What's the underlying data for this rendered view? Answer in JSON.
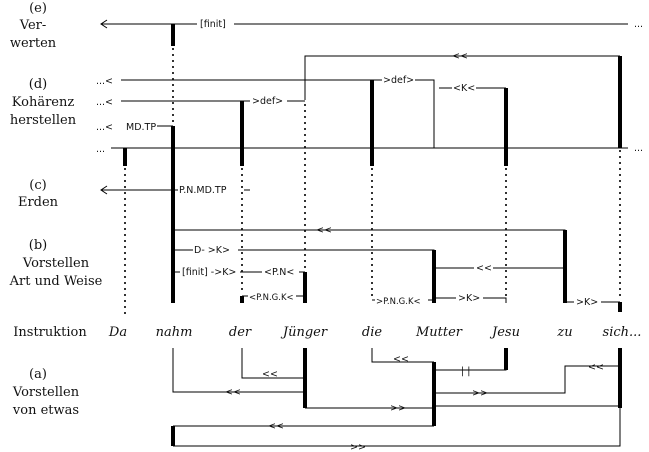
{
  "rows": {
    "e": [
      "(e)",
      "Ver-",
      "werten"
    ],
    "d": [
      "(d)",
      "Kohärenz",
      "herstellen"
    ],
    "c": [
      "(c)",
      "Erden"
    ],
    "b": [
      "(b)",
      "Vorstellen",
      "Art und Weise"
    ],
    "instr": "Instruktion",
    "a": [
      "(a)",
      "Vorstellen",
      "von etwas"
    ]
  },
  "words": [
    "Da",
    "nahm",
    "der",
    "Jünger",
    "die",
    "Mutter",
    "Jesu",
    "zu",
    "sich..."
  ],
  "tags": {
    "finit_e": "[finit]",
    "cont_e": "...",
    "ll_e": "<<",
    "def_die": ">def>",
    "k_jesu": "<K<",
    "def_der": ">def>",
    "mdtp": "MD.TP",
    "dots_d1": "...<",
    "dots_d2": "...<",
    "dots_d3": "...<",
    "dots_d4": "...",
    "cont_d": "...",
    "pnmdtp": "P.N.MD.TP",
    "ll_c": "<<",
    "d_k": "D- >K>",
    "ll_b": "<<",
    "finit_b": "[finit] ->K>",
    "pn_b": "<P.N<",
    "pngk_1": "<P.N.G.K<",
    "pngk_2": ">P.N.G.K<",
    "k_mj": ">K>",
    "k_zu": ">K>",
    "ll_a1": "<<",
    "ll_a2": "<<",
    "bars_a": "| |",
    "ll_a3": "<<",
    "ll_a4": "<<",
    "gg_a1": ">>",
    "gg_a2": ">>",
    "ll_a5": "<<",
    "gg_a3": ">>"
  }
}
